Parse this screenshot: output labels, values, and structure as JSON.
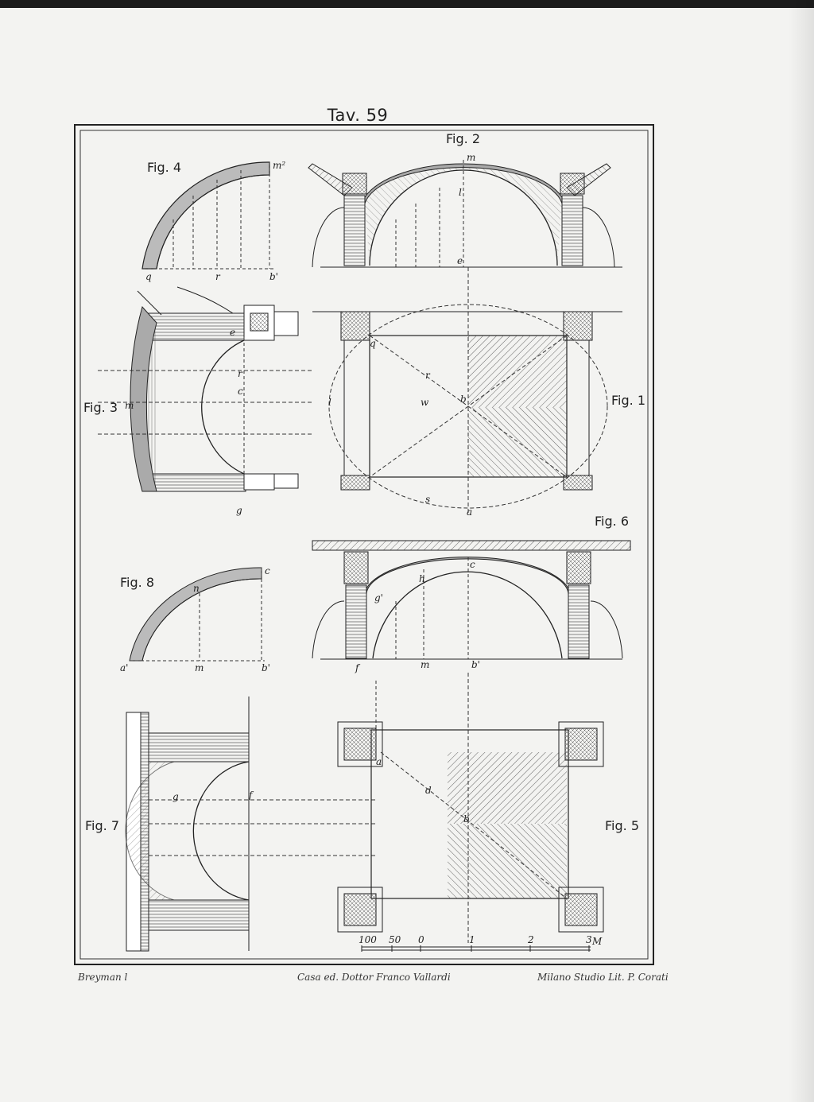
{
  "plate": {
    "title": "Tav. 59"
  },
  "figures": {
    "fig1": "Fig. 1",
    "fig2": "Fig. 2",
    "fig3": "Fig. 3",
    "fig4": "Fig. 4",
    "fig5": "Fig. 5",
    "fig6": "Fig. 6",
    "fig7": "Fig. 7",
    "fig8": "Fig. 8"
  },
  "letters": {
    "fig4": [
      "m²",
      "q",
      "r",
      "b'"
    ],
    "fig2": [
      "m",
      "l",
      "e"
    ],
    "fig3": [
      "e",
      "c",
      "r",
      "m",
      "g"
    ],
    "fig1": [
      "q",
      "l",
      "w",
      "r",
      "b",
      "s",
      "a"
    ],
    "fig8": [
      "c",
      "n",
      "a'",
      "m",
      "b'"
    ],
    "fig6": [
      "c",
      "h",
      "g'",
      "f",
      "m",
      "b'"
    ],
    "fig7": [
      "g",
      "f"
    ],
    "fig5": [
      "a",
      "d",
      "b"
    ]
  },
  "scale": {
    "ticks": [
      "100",
      "50",
      "0",
      "1",
      "2",
      "3"
    ],
    "unit": "M"
  },
  "footer": {
    "left": "Breyman l",
    "center": "Casa ed. Dottor Franco Vallardi",
    "right": "Milano Studio Lit. P. Corati"
  }
}
